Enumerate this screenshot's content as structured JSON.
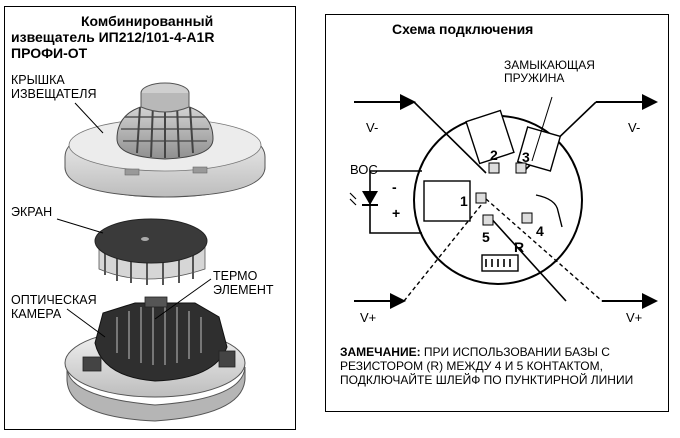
{
  "left": {
    "title_line1": "Комбинированный",
    "title_line2": "извещатель  ИП212/101-4-А1R",
    "title_line3": "ПРОФИ-ОТ",
    "cover_label": "КРЫШКА\nИЗВЕЩАТЕЛЯ",
    "screen_label": "ЭКРАН",
    "thermo_label": "ТЕРМО\nЭЛЕМЕНТ",
    "chamber_label": "ОПТИЧЕСКАЯ\nКАМЕРА"
  },
  "right": {
    "title": "Схема подключения",
    "spring_label": "ЗАМЫКАЮЩАЯ\nПРУЖИНА",
    "v_minus_left": "V-",
    "v_minus_right": "V-",
    "v_plus_left": "V+",
    "v_plus_right": "V+",
    "boc_label": "ВОС",
    "minus_sign": "-",
    "plus_sign": "+",
    "terminal_1": "1",
    "terminal_2": "2",
    "terminal_3": "3",
    "terminal_4": "4",
    "terminal_5": "5",
    "resistor_label": "R",
    "note_bold": "ЗАМЕЧАНИЕ:",
    "note_text": " ПРИ ИСПОЛЬЗОВАНИИ БАЗЫ С РЕЗИСТОРОМ (R) МЕЖДУ 4 И 5 КОНТАКТОМ, ПОДКЛЮЧАЙТЕ ШЛЕЙФ ПО ПУНКТИРНОЙ ЛИНИИ"
  }
}
